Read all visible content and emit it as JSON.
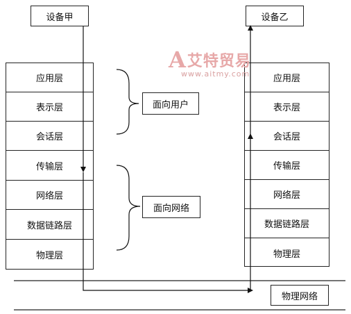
{
  "device_a": {
    "label": "设备甲"
  },
  "device_b": {
    "label": "设备乙"
  },
  "stack_a": [
    "应用层",
    "表示层",
    "会话层",
    "传输层",
    "网络层",
    "数据链路层",
    "物理层"
  ],
  "stack_b": [
    "应用层",
    "表示层",
    "会话层",
    "传输层",
    "网络层",
    "数据链路层",
    "物理层"
  ],
  "groups": {
    "user_oriented": "面向用户",
    "network_oriented": "面向网络"
  },
  "physical_network": {
    "label": "物理网络"
  },
  "watermark": {
    "name": "艾特贸易",
    "url": "www.aitmy.com"
  }
}
